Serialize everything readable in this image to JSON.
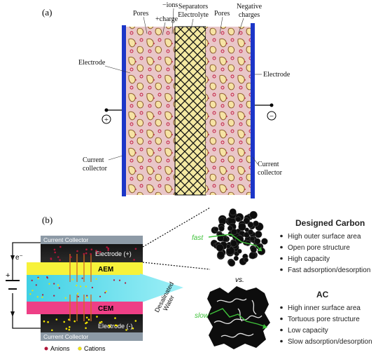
{
  "panel_a": {
    "label": "(a)",
    "top_labels": {
      "pores_left": "Pores",
      "ions": "−ions",
      "charge": "+charge",
      "separators": "Separators",
      "electrolyte": "Electrolyte",
      "pores_right": "Pores",
      "negative_charges": "Negative",
      "negative_charges_2": "charges"
    },
    "electrode_left": "Electrode",
    "electrode_right": "Electrode",
    "collector_left_1": "Current",
    "collector_left_2": "collector",
    "collector_right_1": "Current",
    "collector_right_2": "collector",
    "terminal_plus": "+",
    "terminal_minus": "−"
  },
  "panel_b": {
    "label": "(b)",
    "current_collector_top": "Current Collector",
    "current_collector_bottom": "Current Collector",
    "electrode_pos": "Electrode (+)",
    "electrode_neg": "Electrode (-)",
    "aem": "AEM",
    "cem": "CEM",
    "desalinated_1": "Desalinated",
    "desalinated_2": "Water",
    "electron": "e⁻",
    "plus_sign": "+",
    "legend_anions": "Anions",
    "legend_cations": "Cations",
    "fast_label": "fast",
    "slow_label": "slow",
    "vs": "vs.",
    "designed_title": "Designed Carbon",
    "designed_items": [
      "High outer surface area",
      "Open pore structure",
      "High capacity",
      "Fast adsorption/desorption"
    ],
    "ac_title": "AC",
    "ac_items": [
      "High inner surface area",
      "Tortuous pore structure",
      "Low capacity",
      "Slow adsorption/desorption"
    ],
    "colors": {
      "anion": "#b0163a",
      "cation": "#f2e400",
      "aem": "#f7f23a",
      "cem": "#ee3f86",
      "water": "#4fd8e8",
      "collector": "#8d9aa6",
      "annotation_green": "#3fc23a"
    }
  }
}
